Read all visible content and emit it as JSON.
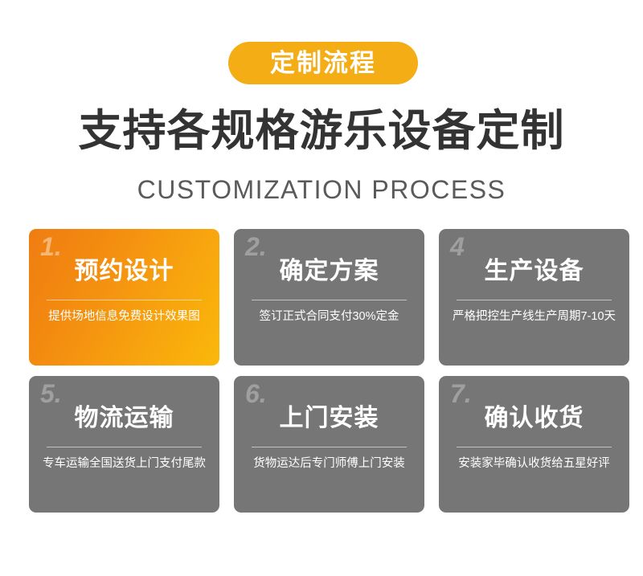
{
  "header": {
    "badge_label": "定制流程",
    "main_title": "支持各规格游乐设备定制",
    "sub_title": "CUSTOMIZATION PROCESS",
    "badge_color": "#f5ad16",
    "title_color": "#333333",
    "sub_title_color": "#5a5a5a"
  },
  "theme": {
    "accent_gradient_start": "#ef7d12",
    "accent_gradient_end": "#fab80a",
    "card_gray": "#767676",
    "page_background": "#ffffff",
    "card_text_color": "#ffffff"
  },
  "steps": [
    {
      "number": "1.",
      "title": "预约设计",
      "desc": "提供场地信息免费设计效果图",
      "highlighted": true
    },
    {
      "number": "2.",
      "title": "确定方案",
      "desc": "签订正式合同支付30%定金",
      "highlighted": false
    },
    {
      "number": "4",
      "title": "生产设备",
      "desc": "严格把控生产线生产周期7-10天",
      "highlighted": false
    },
    {
      "number": "5.",
      "title": "物流运输",
      "desc": "专车运输全国送货上门支付尾款",
      "highlighted": false
    },
    {
      "number": "6.",
      "title": "上门安装",
      "desc": "货物运达后专门师傅上门安装",
      "highlighted": false
    },
    {
      "number": "7.",
      "title": "确认收货",
      "desc": "安装家毕确认收货给五星好评",
      "highlighted": false
    }
  ]
}
